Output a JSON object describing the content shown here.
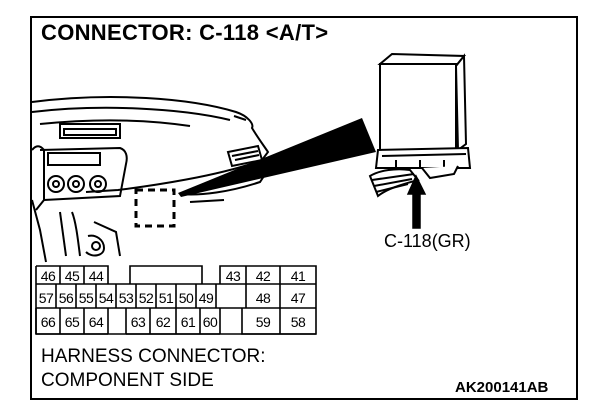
{
  "title": "CONNECTOR: C-118 <A/T>",
  "callout": "C-118(GR)",
  "footer": {
    "line1": "HARNESS CONNECTOR:",
    "line2": "COMPONENT SIDE"
  },
  "figure_code": "AK200141AB",
  "connector": {
    "row1": {
      "left": [
        "46",
        "45",
        "44"
      ],
      "right": [
        "43",
        "42",
        "41"
      ]
    },
    "row2": {
      "left": [
        "57",
        "56",
        "55",
        "54",
        "53",
        "52",
        "51",
        "50",
        "49"
      ],
      "right": [
        "48",
        "47"
      ]
    },
    "row3": {
      "left": [
        "66",
        "65",
        "64"
      ],
      "middle": [
        "63",
        "62",
        "61",
        "60"
      ],
      "right": [
        "59",
        "58"
      ]
    }
  }
}
